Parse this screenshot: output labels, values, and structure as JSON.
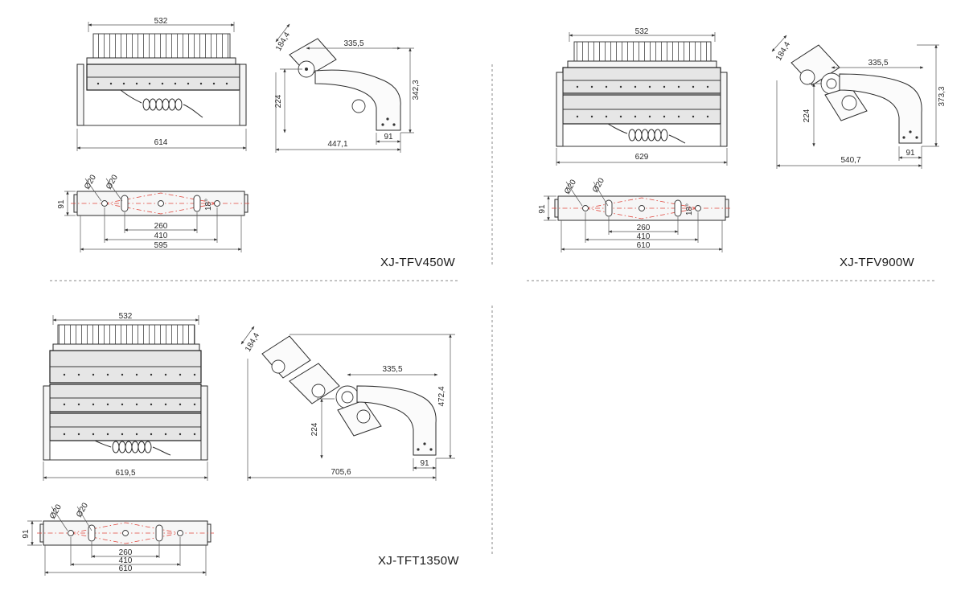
{
  "models": [
    {
      "id": "tfv450",
      "name": "XJ-TFV450W",
      "front": {
        "width": "532",
        "overall": "614"
      },
      "side": {
        "bracket": "184,4",
        "arm": "335,5",
        "height": "342,3",
        "pivot": "224",
        "foot": "91",
        "depth": "447,1"
      },
      "bottom": {
        "height": "91",
        "hole1": "Ø20",
        "hole2": "Ø20",
        "angle": "18°",
        "d1": "260",
        "d2": "410",
        "d3": "595"
      }
    },
    {
      "id": "tfv900",
      "name": "XJ-TFV900W",
      "front": {
        "width": "532",
        "overall": "629"
      },
      "side": {
        "bracket": "184,4",
        "arm": "335,5",
        "height": "373,3",
        "pivot": "224",
        "foot": "91",
        "depth": "540,7"
      },
      "bottom": {
        "height": "91",
        "hole1": "Ø20",
        "hole2": "Ø20",
        "angle": "18°",
        "d1": "260",
        "d2": "410",
        "d3": "610"
      }
    },
    {
      "id": "tft1350",
      "name": "XJ-TFT1350W",
      "front": {
        "width": "532",
        "overall": "619,5"
      },
      "side": {
        "bracket": "184,4",
        "arm": "335,5",
        "height": "472,4",
        "pivot": "224",
        "foot": "91",
        "depth": "705,6"
      },
      "bottom": {
        "height": "91",
        "hole1": "Ø20",
        "hole2": "Ø20",
        "angle": "",
        "d1": "260",
        "d2": "410",
        "d3": "610"
      }
    }
  ]
}
